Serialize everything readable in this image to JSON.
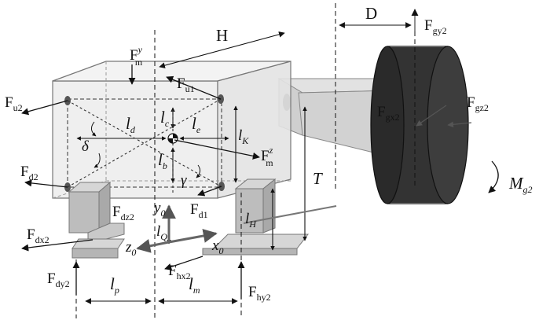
{
  "colors": {
    "box_fill": "#ececec",
    "box_stroke": "#777777",
    "beam_fill": "#d2d2d2",
    "wheel_dark": "#2a2a2a",
    "wheel_mid": "#3d3d3d",
    "mount_fill": "#bdbdbd",
    "line": "#111111"
  },
  "labels": {
    "D": {
      "main": "D",
      "sub": ""
    },
    "H": {
      "main": "H",
      "sub": ""
    },
    "T": {
      "main": "T",
      "sub": ""
    },
    "Fgy2": {
      "main": "F",
      "sub": "gy2"
    },
    "Fgx2": {
      "main": "F",
      "sub": "gx2"
    },
    "Fgz2": {
      "main": "F",
      "sub": "gz2"
    },
    "Mg2": {
      "main": "M",
      "sub": "g2"
    },
    "Fmy": {
      "main": "F",
      "sub": "m",
      "sup": "y"
    },
    "Fmz": {
      "main": "F",
      "sub": "m",
      "sup": "z"
    },
    "Fu1": {
      "main": "F",
      "sub": "u1"
    },
    "Fu2": {
      "main": "F",
      "sub": "u2"
    },
    "Fd1": {
      "main": "F",
      "sub": "d1"
    },
    "Fd2": {
      "main": "F",
      "sub": "d2"
    },
    "Fdz2": {
      "main": "F",
      "sub": "dz2"
    },
    "Fdx2": {
      "main": "F",
      "sub": "dx2"
    },
    "Fdy2": {
      "main": "F",
      "sub": "dy2"
    },
    "Fhx2": {
      "main": "F",
      "sub": "hx2"
    },
    "Fhy2": {
      "main": "F",
      "sub": "hy2"
    },
    "ld": {
      "main": "l",
      "sub": "d"
    },
    "lc": {
      "main": "l",
      "sub": "c"
    },
    "le": {
      "main": "l",
      "sub": "e"
    },
    "lb": {
      "main": "l",
      "sub": "b"
    },
    "lK": {
      "main": "l",
      "sub": "K"
    },
    "lH": {
      "main": "l",
      "sub": "H"
    },
    "lQ": {
      "main": "l",
      "sub": "Q"
    },
    "lp": {
      "main": "l",
      "sub": "p"
    },
    "lm": {
      "main": "l",
      "sub": "m"
    },
    "y0": {
      "main": "y",
      "sub": "0"
    },
    "z0": {
      "main": "z",
      "sub": "0"
    },
    "x0": {
      "main": "x",
      "sub": "0"
    },
    "delta": {
      "main": "δ",
      "sub": ""
    },
    "gamma": {
      "main": "γ",
      "sub": ""
    }
  }
}
